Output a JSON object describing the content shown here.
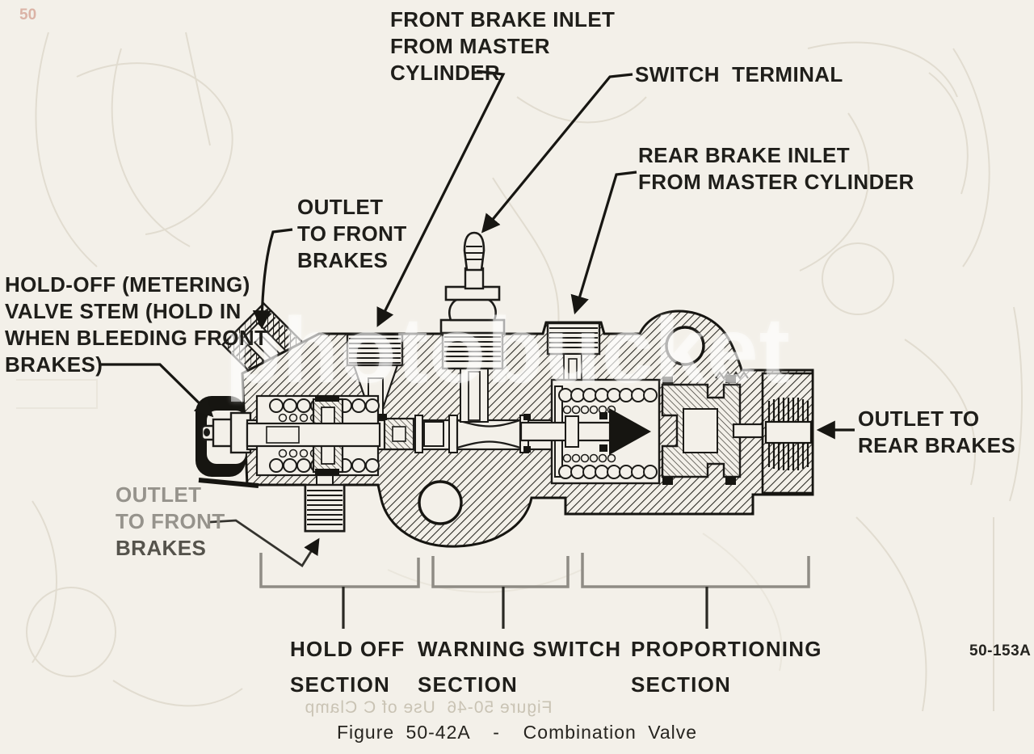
{
  "page": {
    "paper_color": "#f3f0e9",
    "ink_color": "#1d1d1b",
    "muted_label_color": "#96938c",
    "bracket_color": "#8f8c85",
    "caption": "Figure 50-42A  -  Combination Valve",
    "figure_ref": "50-153A",
    "watermark": "photobucket",
    "bleedthrough_text": "Figure 50-46  Use of C Clamp",
    "corner_mark": "50"
  },
  "callouts": {
    "front_inlet": "FRONT BRAKE INLET\nFROM MASTER\nCYLINDER",
    "switch_terminal": "SWITCH  TERMINAL",
    "rear_inlet": "REAR BRAKE INLET\nFROM MASTER CYLINDER",
    "outlet_front_top": "OUTLET\nTO FRONT\nBRAKES",
    "holdoff_stem": "HOLD-OFF (METERING)\nVALVE STEM (HOLD IN\nWHEN BLEEDING FRONT\nBRAKES)",
    "outlet_rear": "OUTLET TO\nREAR BRAKES",
    "outlet_front_bottom": "OUTLET\nTO FRONT",
    "outlet_front_bottom_last": "BRAKES"
  },
  "sections": [
    {
      "label": "HOLD OFF\nSECTION"
    },
    {
      "label": "WARNING SWITCH\nSECTION"
    },
    {
      "label": "PROPORTIONING\nSECTION"
    }
  ]
}
